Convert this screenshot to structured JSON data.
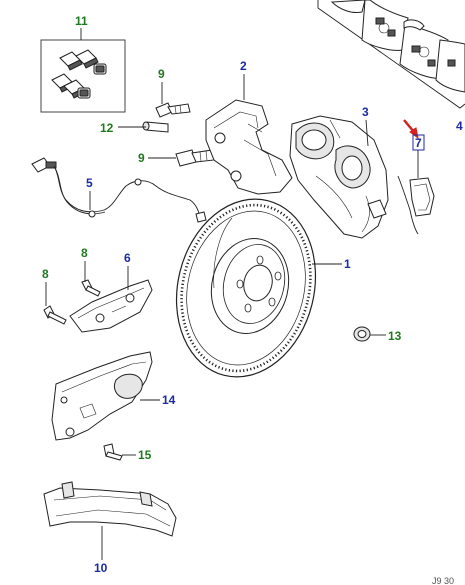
{
  "colors": {
    "blue_label": "#1a2aa8",
    "green_label": "#1f7a1f",
    "highlight_arrow": "#d81e1e",
    "highlight_box": "#1a2aa8"
  },
  "callouts": {
    "c1": "1",
    "c2": "2",
    "c3": "3",
    "c4": "4",
    "c5": "5",
    "c6": "6",
    "c7": "7",
    "c8a": "8",
    "c8b": "8",
    "c9a": "9",
    "c9b": "9",
    "c10": "10",
    "c11": "11",
    "c12": "12",
    "c13": "13",
    "c14": "14",
    "c15": "15"
  },
  "footer": {
    "corner_code": "J9 30"
  }
}
